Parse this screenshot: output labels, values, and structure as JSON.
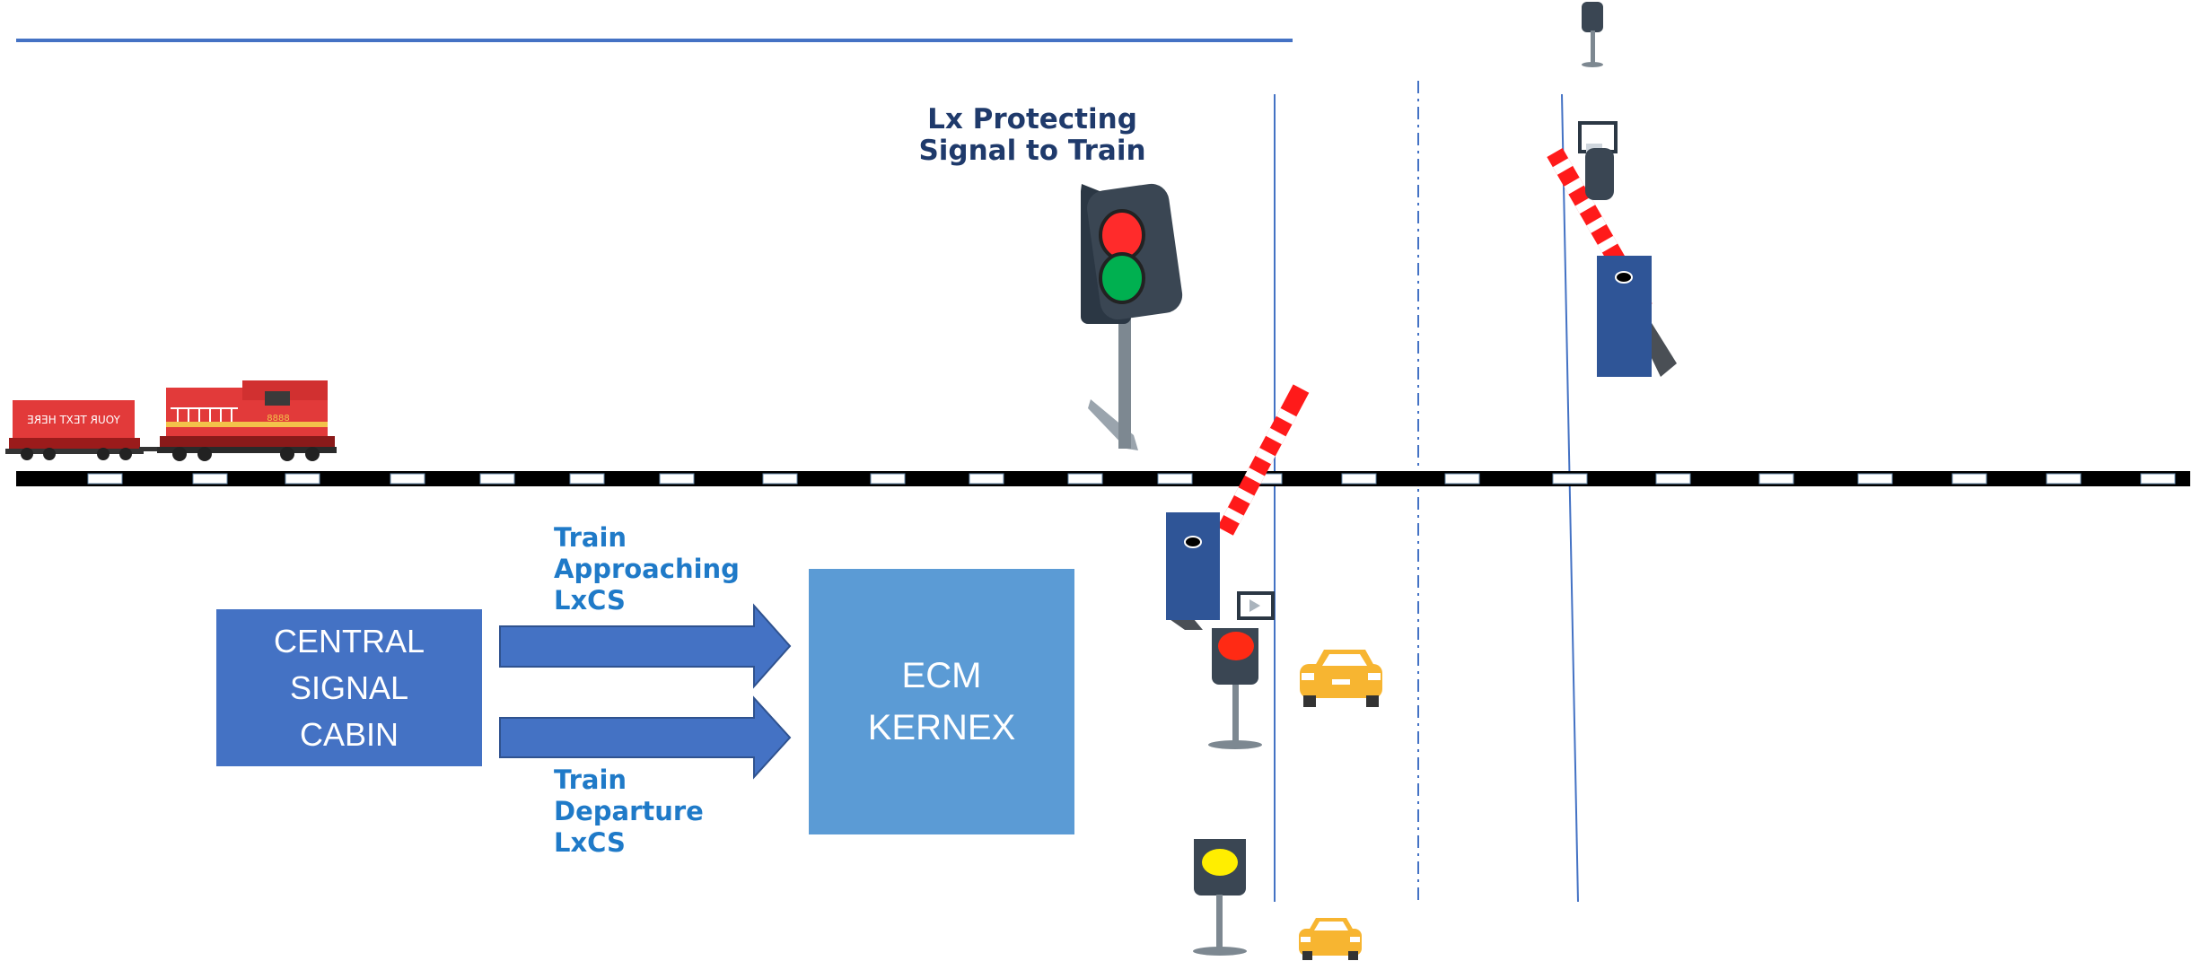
{
  "diagram": {
    "signal_label": {
      "line1": "Lx Protecting",
      "line2": "Signal to Train"
    },
    "arrow_top_label": {
      "line1": "Train",
      "line2": "Approaching",
      "line3": "LxCS"
    },
    "arrow_bottom_label": {
      "line1": "Train",
      "line2": "Departure",
      "line3": "LxCS"
    },
    "central_box": {
      "line1": "CENTRAL",
      "line2": "SIGNAL",
      "line3": "CABIN"
    },
    "ecm_box": {
      "line1": "ECM",
      "line2": "KERNEX"
    },
    "wagon_text": "YOUR TEXT HERE",
    "loco_number": "8888"
  },
  "colors": {
    "top_line": "#4472c4",
    "central_box": "#4472c4",
    "ecm_box": "#5b9bd5",
    "arrow": "#4472c4",
    "label_blue": "#1f7ac8",
    "label_navy": "#1f3a6b",
    "barrier_red": "#ff1a1a",
    "gate_post": "#2f5597",
    "car_yellow": "#f7b531"
  }
}
